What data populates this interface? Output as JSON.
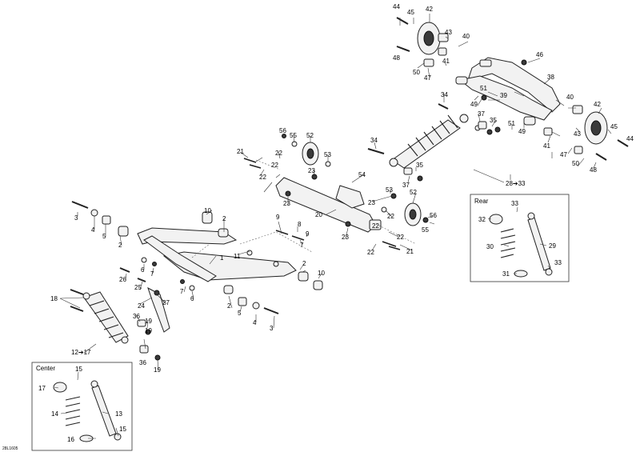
{
  "drawing_code": "28L1605",
  "insets": {
    "rear": {
      "title": "Rear"
    },
    "center": {
      "title": "Center"
    }
  },
  "callouts": {
    "c1": "1",
    "c2a": "2",
    "c2b": "2",
    "c2c": "2",
    "c3a": "3",
    "c3b": "3",
    "c4a": "4",
    "c4b": "4",
    "c5a": "5",
    "c5b": "5",
    "c6a": "6",
    "c6b": "6",
    "c7a": "7",
    "c7b": "7",
    "c8": "8",
    "c9a": "9",
    "c9b": "9",
    "c10a": "10",
    "c10b": "10",
    "c11": "11",
    "c12": "12➔17",
    "c13": "13",
    "c14": "14",
    "c15a": "15",
    "c15b": "15",
    "c16": "16",
    "c17": "17",
    "c18": "18",
    "c19a": "19",
    "c19b": "19",
    "c20": "20",
    "c21a": "21",
    "c21b": "21",
    "c22a": "22",
    "c22b": "22",
    "c22c": "22",
    "c22d": "22",
    "c22e": "22",
    "c22f": "22",
    "c22g": "22",
    "c23a": "23",
    "c23b": "23",
    "c23c": "23",
    "c23d": "23",
    "c24": "24",
    "c25": "25",
    "c26": "26",
    "c27": "27",
    "c28": "28➔33",
    "c29": "29",
    "c30": "30",
    "c31": "31",
    "c32": "32",
    "c33a": "33",
    "c33b": "33",
    "c34a": "34",
    "c34b": "34",
    "c35a": "35",
    "c35b": "35",
    "c36a": "36",
    "c36b": "36",
    "c37a": "37",
    "c37b": "37",
    "c38": "38",
    "c39": "39",
    "c40a": "40",
    "c40b": "40",
    "c41a": "41",
    "c41b": "41",
    "c42a": "42",
    "c42b": "42",
    "c43a": "43",
    "c43b": "43",
    "c44a": "44",
    "c44b": "44",
    "c45a": "45",
    "c45b": "45",
    "c46": "46",
    "c47a": "47",
    "c47b": "47",
    "c48a": "48",
    "c48b": "48",
    "c49a": "49",
    "c49b": "49",
    "c50a": "50",
    "c50b": "50",
    "c51a": "51",
    "c51b": "51",
    "c52a": "52",
    "c52b": "52",
    "c53a": "53",
    "c53b": "53",
    "c54": "54",
    "c55a": "55",
    "c55b": "55",
    "c56a": "56",
    "c56b": "56"
  }
}
